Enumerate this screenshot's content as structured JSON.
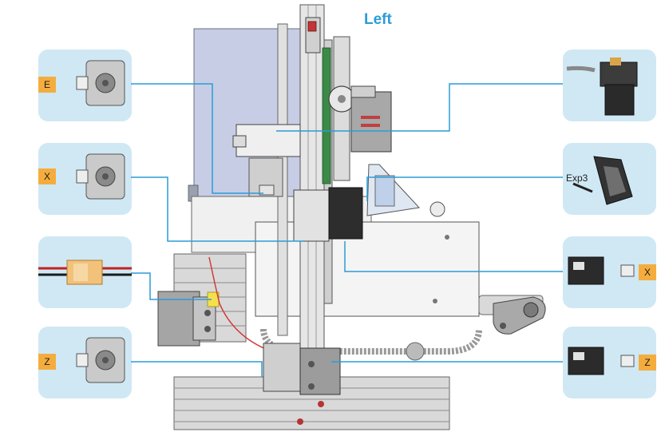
{
  "title": "Left",
  "left_panels": [
    {
      "label": "E",
      "part": "extruder-motor"
    },
    {
      "label": "X",
      "part": "x-motor"
    },
    {
      "label": "",
      "part": "power-connector"
    },
    {
      "label": "Z",
      "part": "z-motor"
    }
  ],
  "right_panels": [
    {
      "label": "",
      "part": "extruder"
    },
    {
      "label": "Exp3",
      "part": "display"
    },
    {
      "label": "X",
      "part": "x-endstop"
    },
    {
      "label": "Z",
      "part": "z-endstop"
    }
  ],
  "colors": {
    "accent": "#2c9cd6",
    "panel": "#cfe8f4",
    "badge": "#f4ad3d",
    "line": "#2c9cd6"
  }
}
